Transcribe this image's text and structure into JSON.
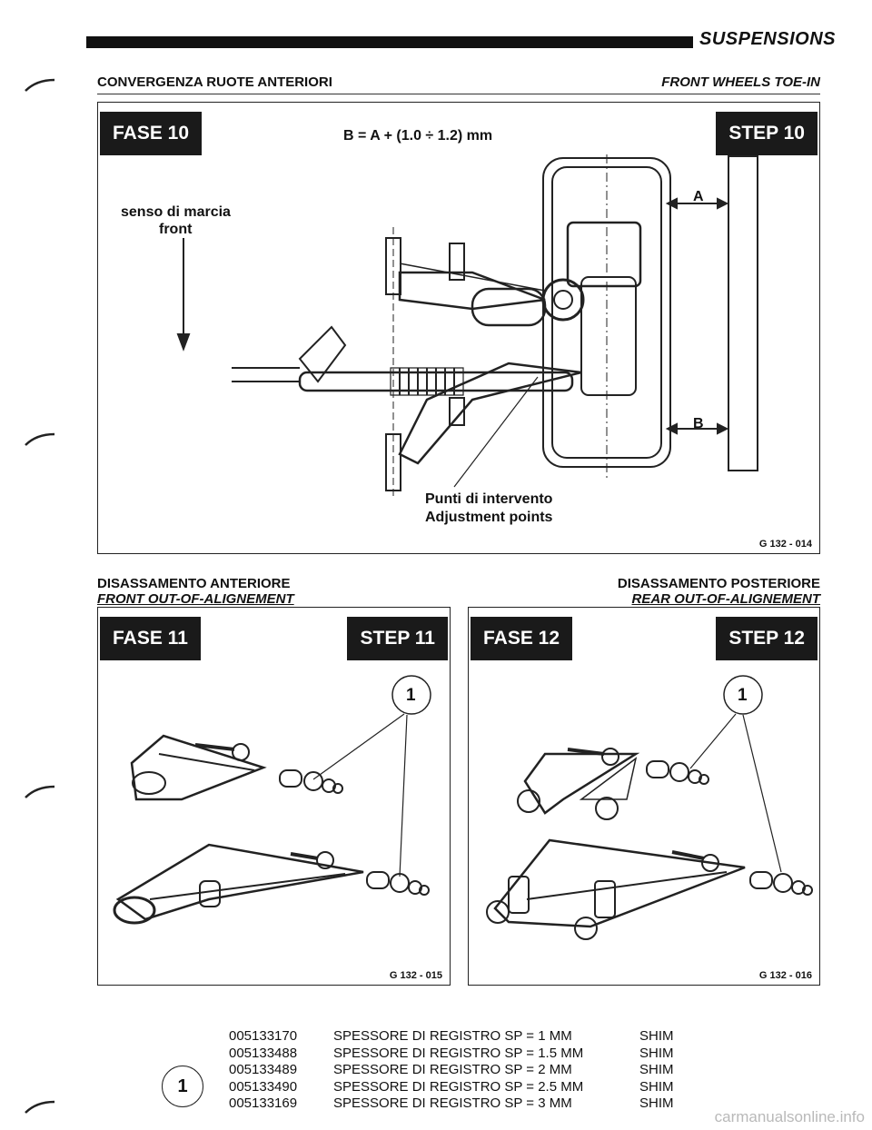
{
  "header": {
    "title": "SUSPENSIONS"
  },
  "section": {
    "title_it": "CONVERGENZA RUOTE ANTERIORI",
    "title_en": "FRONT WHEELS TOE-IN"
  },
  "step10": {
    "fase": "FASE 10",
    "step": "STEP 10",
    "formula": "B = A + (1.0 ÷ 1.2) mm",
    "direction_it": "senso di marcia",
    "direction_en": "front",
    "points_it": "Punti di intervento",
    "points_en": "Adjustment points",
    "label_a": "A",
    "label_b": "B",
    "code": "G 132 - 014"
  },
  "front": {
    "title_it": "DISASSAMENTO ANTERIORE",
    "title_en": "FRONT OUT-OF-ALIGNEMENT",
    "fase": "FASE 11",
    "step": "STEP 11",
    "callout": "1",
    "code": "G 132 - 015"
  },
  "rear": {
    "title_it": "DISASSAMENTO POSTERIORE",
    "title_en": "REAR OUT-OF-ALIGNEMENT",
    "fase": "FASE 12",
    "step": "STEP 12",
    "callout": "1",
    "code": "G 132 - 016"
  },
  "parts": {
    "callout": "1",
    "rows": [
      {
        "code": "005133170",
        "desc": "SPESSORE DI REGISTRO SP = 1 MM",
        "en": "SHIM"
      },
      {
        "code": "005133488",
        "desc": "SPESSORE DI REGISTRO SP = 1.5 MM",
        "en": "SHIM"
      },
      {
        "code": "005133489",
        "desc": "SPESSORE DI REGISTRO SP = 2 MM",
        "en": "SHIM"
      },
      {
        "code": "005133490",
        "desc": "SPESSORE DI REGISTRO SP = 2.5 MM",
        "en": "SHIM"
      },
      {
        "code": "005133169",
        "desc": "SPESSORE DI REGISTRO SP = 3 MM",
        "en": "SHIM"
      }
    ]
  },
  "watermark": "carmanualsonline.info"
}
